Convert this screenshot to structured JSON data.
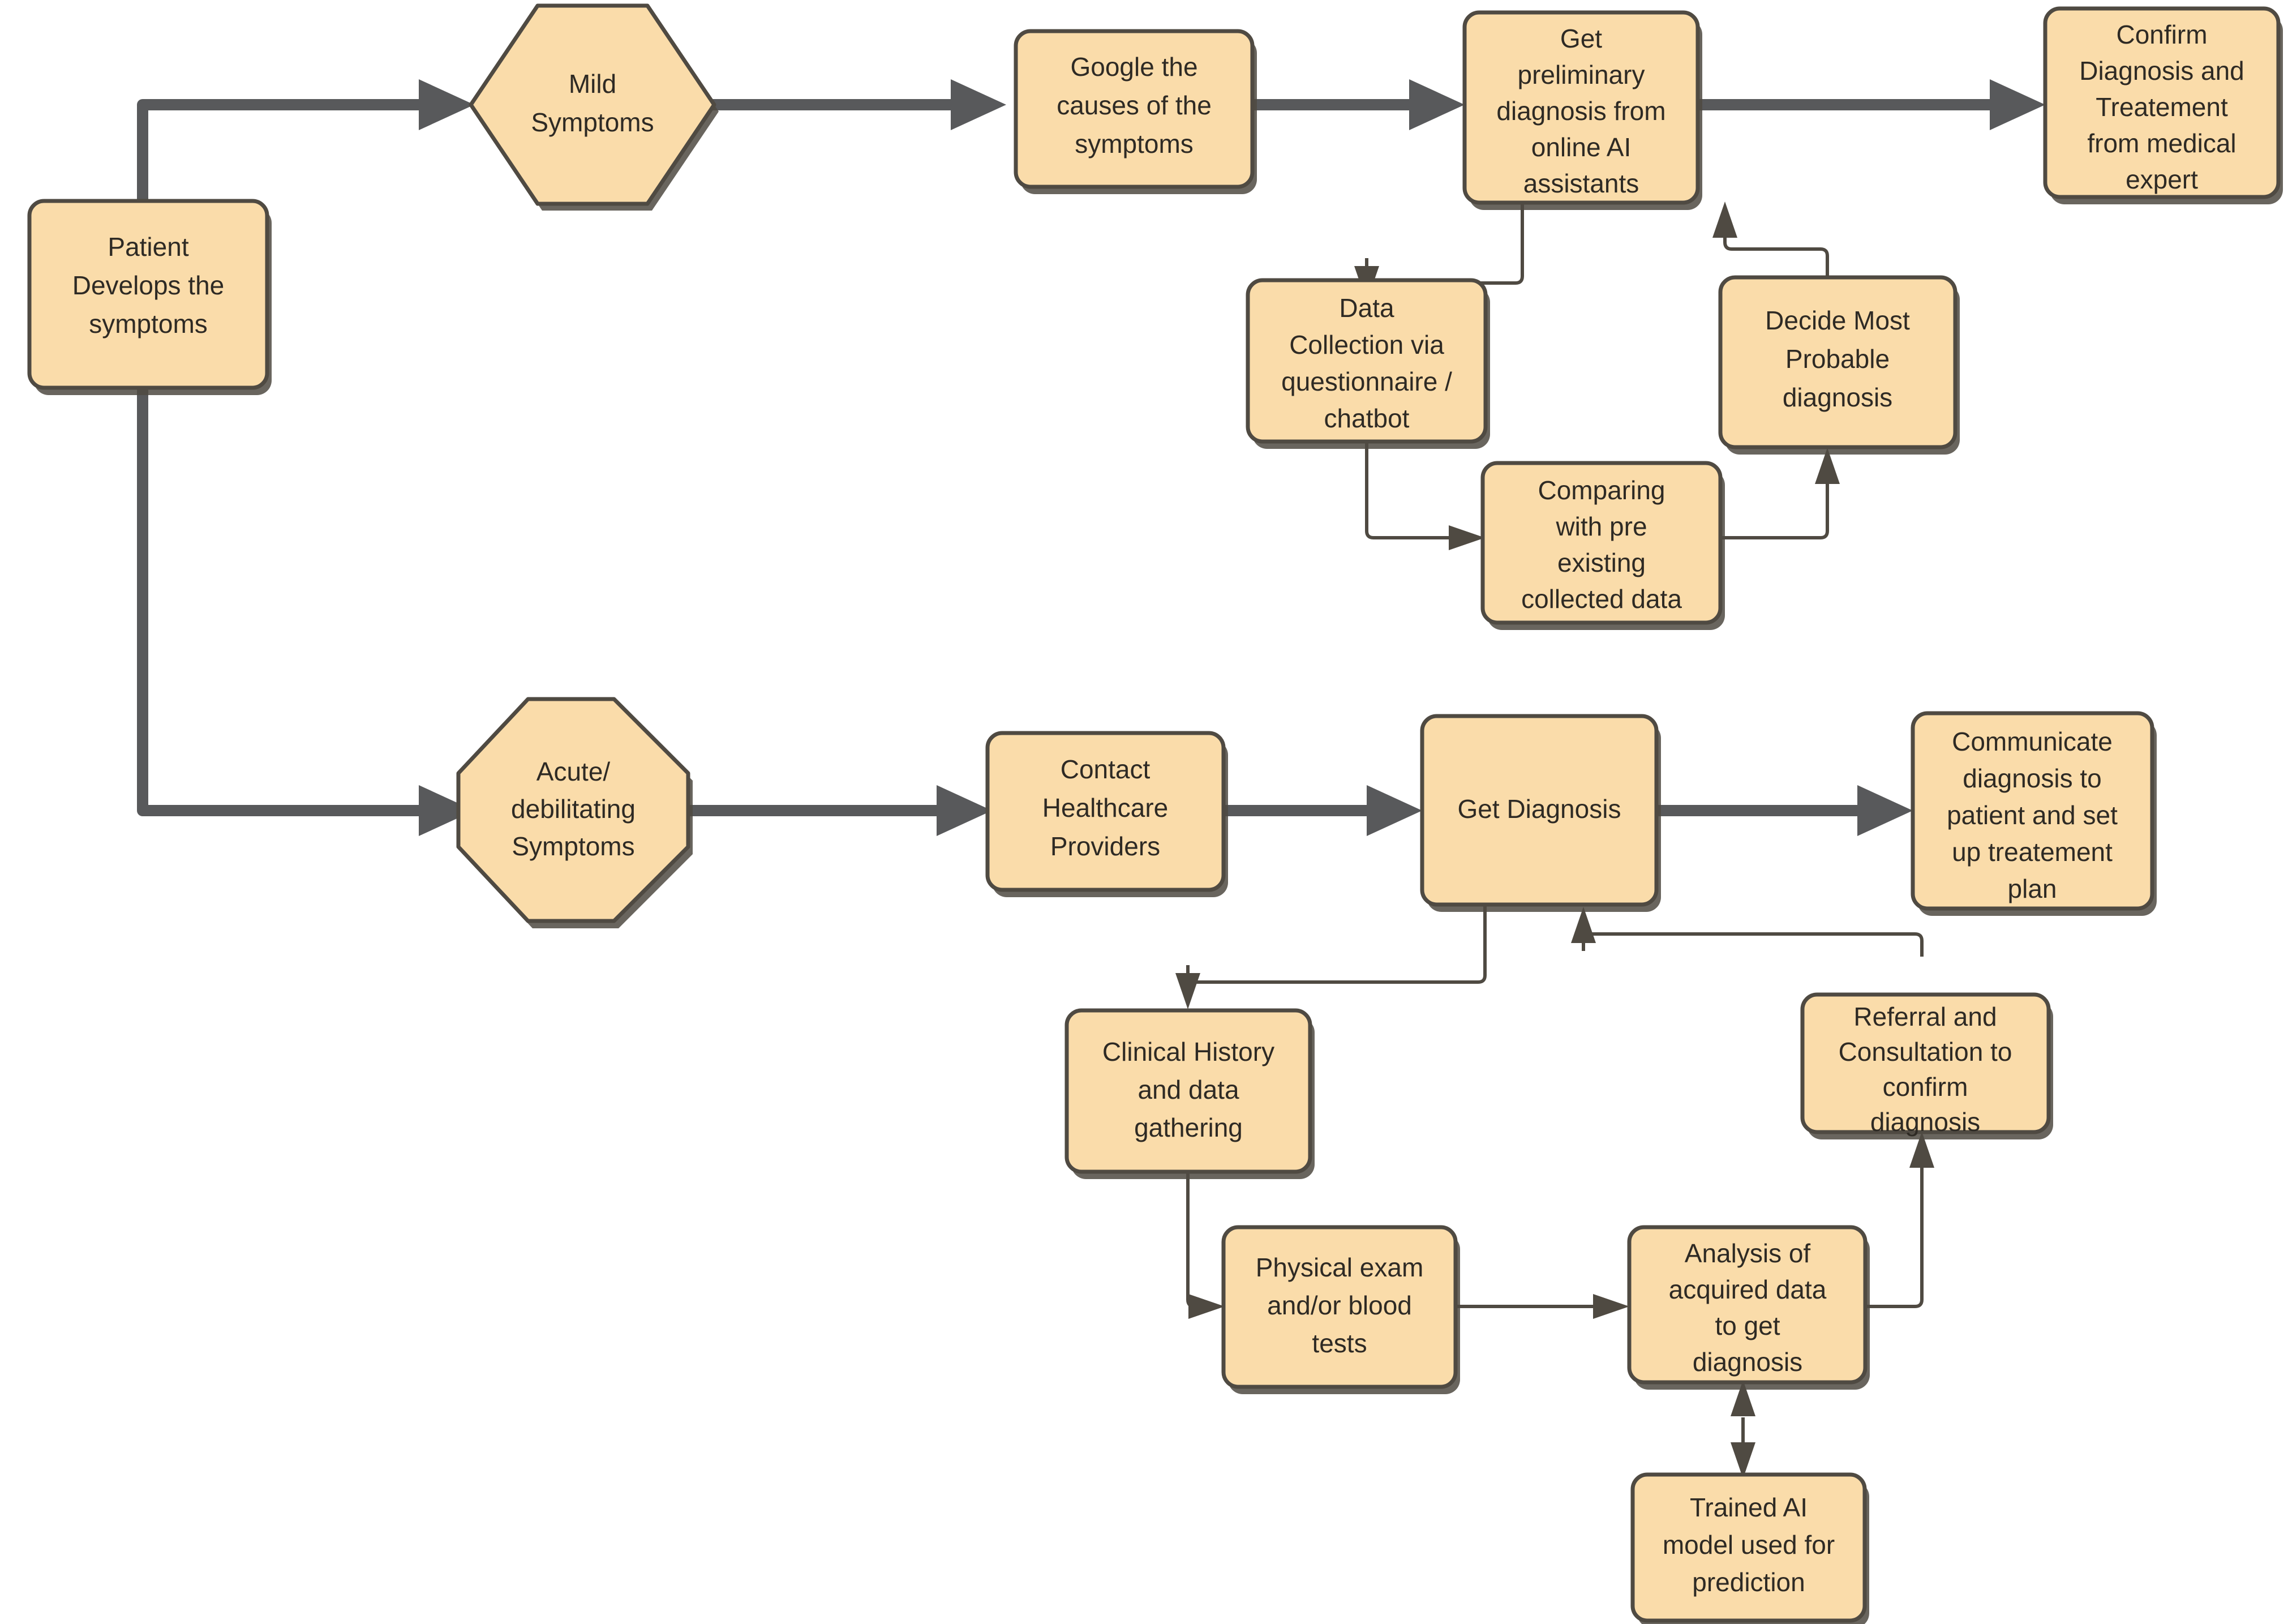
{
  "diagram": {
    "title": "Patient symptom to diagnosis flow",
    "colors": {
      "node_fill": "#fadcaa",
      "node_stroke": "#4f4a42",
      "thick_edge": "#58595b",
      "thin_edge": "#4f4a42",
      "text": "#2e2a24",
      "background": "#ffffff"
    },
    "nodes": {
      "patient_develops": {
        "label": "Patient Develops the symptoms",
        "shape": "rounded-rect"
      },
      "mild_symptoms": {
        "label": "Mild Symptoms",
        "shape": "hexagon"
      },
      "google_causes": {
        "label": "Google the causes of the symptoms",
        "shape": "rounded-rect"
      },
      "get_preliminary": {
        "label": "Get preliminary diagnosis from online AI assistants",
        "shape": "rounded-rect"
      },
      "confirm_diagnosis": {
        "label": "Confirm Diagnosis and Treatement from medical expert",
        "shape": "rounded-rect"
      },
      "data_collection": {
        "label": "Data Collection via questionnaire / chatbot",
        "shape": "rounded-rect"
      },
      "comparing_pre_existing": {
        "label": "Comparing with pre existing collected data",
        "shape": "rounded-rect"
      },
      "decide_most_probable": {
        "label": "Decide Most Probable diagnosis",
        "shape": "rounded-rect"
      },
      "acute_symptoms": {
        "label": "Acute/ debilitating Symptoms",
        "shape": "octagon"
      },
      "contact_healthcare": {
        "label": "Contact Healthcare Providers",
        "shape": "rounded-rect"
      },
      "get_diagnosis": {
        "label": "Get Diagnosis",
        "shape": "rounded-rect"
      },
      "communicate_diagnosis": {
        "label": "Communicate diagnosis to patient and set up treatement plan",
        "shape": "rounded-rect"
      },
      "clinical_history": {
        "label": "Clinical History and data gathering",
        "shape": "rounded-rect"
      },
      "physical_exam": {
        "label": "Physical exam and/or blood tests",
        "shape": "rounded-rect"
      },
      "analysis_acquired": {
        "label": "Analysis of acquired data to get diagnosis",
        "shape": "rounded-rect"
      },
      "referral_consultation": {
        "label": "Referral and Consultation to confirm diagnosis",
        "shape": "rounded-rect"
      },
      "trained_ai_model": {
        "label": "Trained AI model used for prediction",
        "shape": "rounded-rect"
      }
    },
    "node_lines": {
      "patient_develops": [
        "Patient",
        "Develops the",
        "symptoms"
      ],
      "mild_symptoms": [
        "Mild",
        "Symptoms"
      ],
      "google_causes": [
        "Google the",
        "causes of the",
        "symptoms"
      ],
      "get_preliminary": [
        "Get",
        "preliminary",
        "diagnosis from",
        "online AI",
        "assistants"
      ],
      "confirm_diagnosis": [
        "Confirm",
        "Diagnosis and",
        "Treatement",
        "from medical",
        "expert"
      ],
      "data_collection": [
        "Data",
        "Collection via",
        "questionnaire /",
        "chatbot"
      ],
      "comparing_pre_existing": [
        "Comparing",
        "with pre",
        "existing",
        "collected data"
      ],
      "decide_most_probable": [
        "Decide Most",
        "Probable",
        "diagnosis"
      ],
      "acute_symptoms": [
        "Acute/",
        "debilitating",
        "Symptoms"
      ],
      "contact_healthcare": [
        "Contact",
        "Healthcare",
        "Providers"
      ],
      "get_diagnosis": [
        "Get Diagnosis"
      ],
      "communicate_diagnosis": [
        "Communicate",
        "diagnosis to",
        "patient and set",
        "up treatement",
        "plan"
      ],
      "clinical_history": [
        "Clinical History",
        "and data",
        "gathering"
      ],
      "physical_exam": [
        "Physical exam",
        "and/or blood",
        "tests"
      ],
      "analysis_acquired": [
        "Analysis of",
        "acquired data",
        "to get",
        "diagnosis"
      ],
      "referral_consultation": [
        "Referral and",
        "Consultation to",
        "confirm",
        "diagnosis"
      ],
      "trained_ai_model": [
        "Trained AI",
        "model used for",
        "prediction"
      ]
    },
    "edges": [
      {
        "from": "patient_develops",
        "to": "mild_symptoms",
        "weight": "thick"
      },
      {
        "from": "mild_symptoms",
        "to": "google_causes",
        "weight": "thick"
      },
      {
        "from": "google_causes",
        "to": "get_preliminary",
        "weight": "thick"
      },
      {
        "from": "get_preliminary",
        "to": "confirm_diagnosis",
        "weight": "thick"
      },
      {
        "from": "get_preliminary",
        "to": "data_collection",
        "weight": "thin"
      },
      {
        "from": "data_collection",
        "to": "comparing_pre_existing",
        "weight": "thin"
      },
      {
        "from": "comparing_pre_existing",
        "to": "decide_most_probable",
        "weight": "thin"
      },
      {
        "from": "decide_most_probable",
        "to": "get_preliminary",
        "weight": "thin"
      },
      {
        "from": "patient_develops",
        "to": "acute_symptoms",
        "weight": "thick"
      },
      {
        "from": "acute_symptoms",
        "to": "contact_healthcare",
        "weight": "thick"
      },
      {
        "from": "contact_healthcare",
        "to": "get_diagnosis",
        "weight": "thick"
      },
      {
        "from": "get_diagnosis",
        "to": "communicate_diagnosis",
        "weight": "thick"
      },
      {
        "from": "get_diagnosis",
        "to": "clinical_history",
        "weight": "thin"
      },
      {
        "from": "clinical_history",
        "to": "physical_exam",
        "weight": "thin"
      },
      {
        "from": "physical_exam",
        "to": "analysis_acquired",
        "weight": "thin"
      },
      {
        "from": "analysis_acquired",
        "to": "referral_consultation",
        "weight": "thin"
      },
      {
        "from": "referral_consultation",
        "to": "get_diagnosis",
        "weight": "thin"
      },
      {
        "from": "trained_ai_model",
        "to": "analysis_acquired",
        "weight": "thin",
        "bidirectional": true
      }
    ]
  }
}
